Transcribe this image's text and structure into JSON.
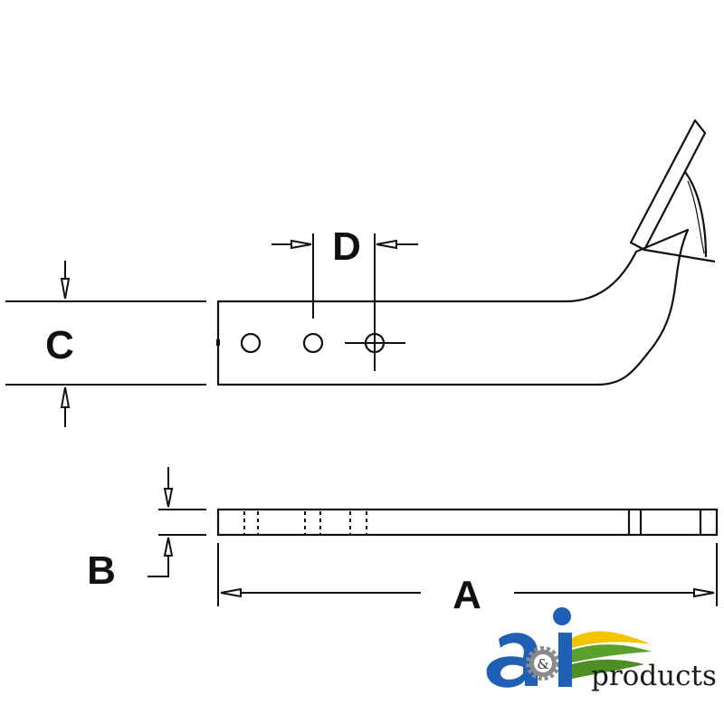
{
  "dimensions": {
    "a": "A",
    "b": "B",
    "c": "C",
    "d": "D"
  },
  "logo": {
    "wordmark": "products",
    "ampersand": "&",
    "colors": {
      "blue": "#1f5fb5",
      "green": "#5aa02c",
      "yellow": "#f2c500",
      "gear": "#8a8a8a"
    }
  },
  "colors": {
    "line": "#111111"
  }
}
